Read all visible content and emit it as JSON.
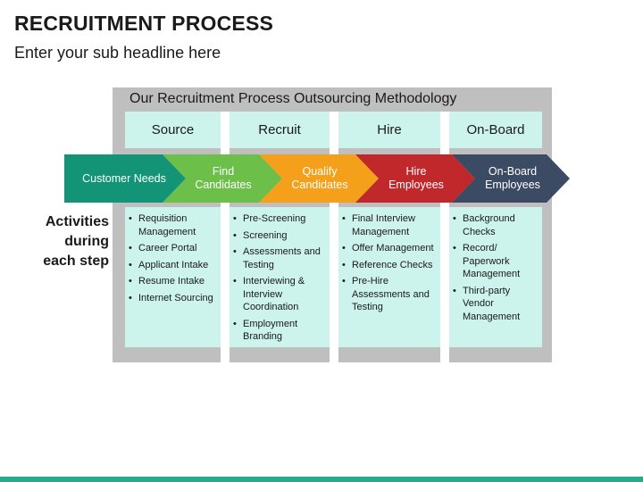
{
  "header": {
    "title": "RECRUITMENT PROCESS",
    "subtitle": "Enter your sub headline here"
  },
  "methodology": {
    "title": "Our Recruitment Process Outsourcing Methodology",
    "columns": [
      "Source",
      "Recruit",
      "Hire",
      "On-Board"
    ]
  },
  "steps": [
    {
      "label": "Customer Needs",
      "color": "#139477"
    },
    {
      "label": "Find Candidates",
      "color": "#6cc04a"
    },
    {
      "label": "Qualify Candidates",
      "color": "#f5a01a"
    },
    {
      "label": "Hire Employees",
      "color": "#c0282b"
    },
    {
      "label": "On-Board Employees",
      "color": "#3a4b63"
    }
  ],
  "side_label": "Activities during each step",
  "activities": [
    [
      "Requisition Management",
      "Career Portal",
      "Applicant Intake",
      "Resume Intake",
      "Internet Sourcing"
    ],
    [
      "Pre-Screening",
      "Screening",
      "Assessments and Testing",
      "Interviewing & Interview Coordination",
      "Employment Branding"
    ],
    [
      "Final Interview Management",
      "Offer Management",
      "Reference Checks",
      "Pre-Hire Assessments and Testing"
    ],
    [
      "Background Checks",
      "Record/ Paperwork Management",
      "Third-party Vendor Management"
    ]
  ],
  "colors": {
    "frame": "#bfbfbf",
    "panel": "#ccf3ec",
    "accent_bar": "#1faf8a"
  }
}
